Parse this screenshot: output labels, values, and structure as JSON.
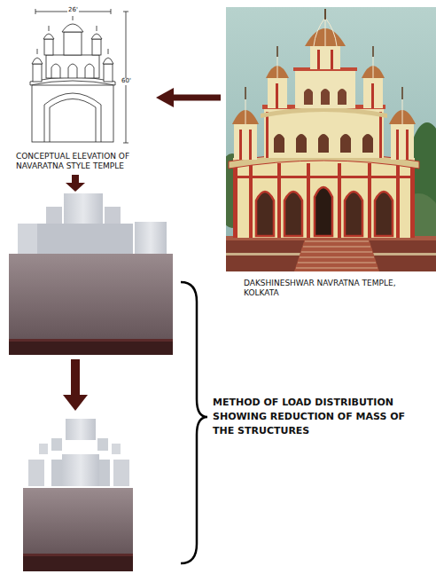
{
  "diagram": {
    "nodes": [
      {
        "text": [
          "CONCEPTUAL ELEVATION OF NAVARATNA STYLE TEMPLE"
        ]
      },
      {
        "text": [
          "DAKSHINESHWAR NAVRATNA TEMPLE, KOLKATA"
        ]
      }
    ],
    "edges": [
      {
        "from": 1,
        "to": 0,
        "arrow": "to"
      }
    ],
    "labels": [
      "26'",
      "60'",
      "METHOD OF LOAD DISTRIBUTION SHOWING REDUCTION OF MASS OF THE STRUCTURES"
    ]
  }
}
